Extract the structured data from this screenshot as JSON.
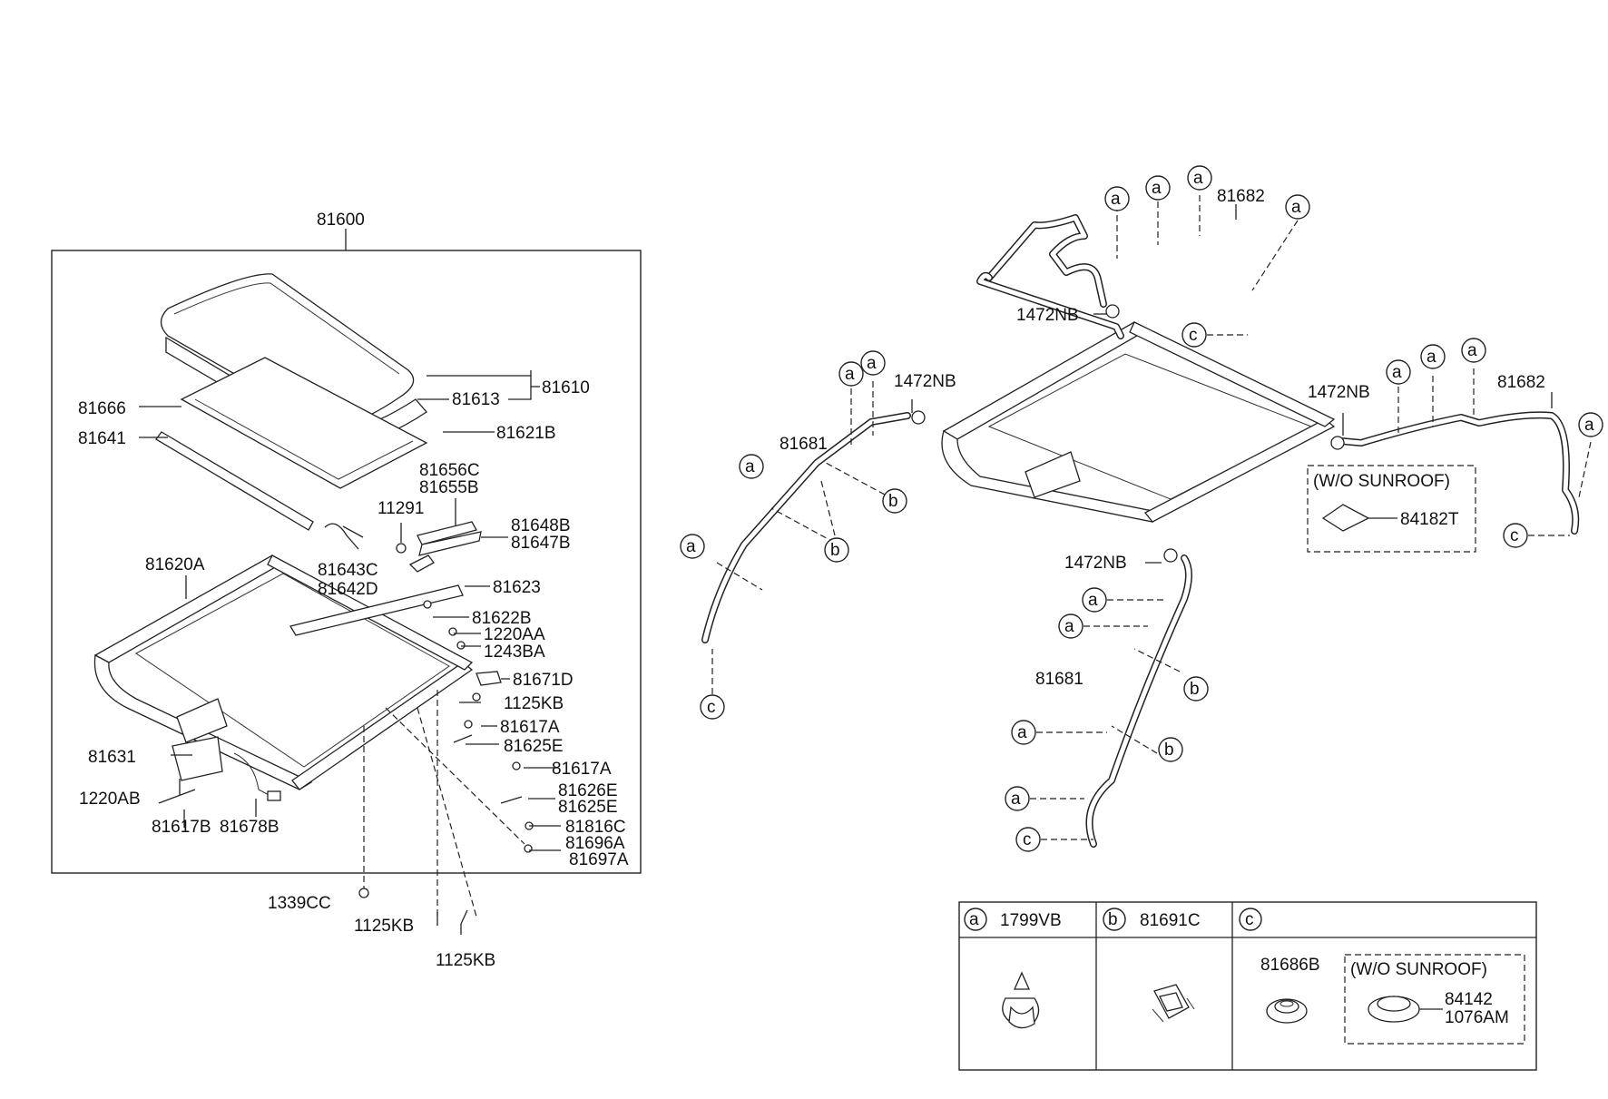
{
  "assembly": {
    "main_label": "81600"
  },
  "left_labels": {
    "l81610": "81610",
    "l81613": "81613",
    "l81666": "81666",
    "l81641": "81641",
    "l81621B": "81621B",
    "l81656C": "81656C",
    "l81655B": "81655B",
    "l11291": "11291",
    "l81648B": "81648B",
    "l81647B": "81647B",
    "l81643C": "81643C",
    "l81642D": "81642D",
    "l81620A": "81620A",
    "l81623": "81623",
    "l81622B": "81622B",
    "l1220AA": "1220AA",
    "l1243BA": "1243BA",
    "l81671D": "81671D",
    "l1125KB_a": "1125KB",
    "l81617A_a": "81617A",
    "l81625E_a": "81625E",
    "l81631": "81631",
    "l81617A_b": "81617A",
    "l1220AB": "1220AB",
    "l81626E": "81626E",
    "l81625E_b": "81625E",
    "l81816C": "81816C",
    "l81696A": "81696A",
    "l81697A": "81697A",
    "l81617B": "81617B",
    "l81678B": "81678B",
    "l1339CC": "1339CC",
    "l1125KB_b": "1125KB",
    "l1125KB_c": "1125KB"
  },
  "right_labels": {
    "l81682_top": "81682",
    "l1472NB_top": "1472NB",
    "l1472NB_left": "1472NB",
    "l81681_left": "81681",
    "l1472NB_right": "1472NB",
    "l81682_right": "81682",
    "wo_sunroof_1": "(W/O SUNROOF)",
    "l84182T": "84182T",
    "l1472NB_bottom": "1472NB",
    "l81681_bottom": "81681"
  },
  "callouts": {
    "a": "a",
    "b": "b",
    "c": "c"
  },
  "legend": {
    "a_part": "1799VB",
    "b_part": "81691C",
    "c_part": "81686B",
    "wo_sunroof": "(W/O SUNROOF)",
    "c_alt_1": "84142",
    "c_alt_2": "1076AM"
  }
}
